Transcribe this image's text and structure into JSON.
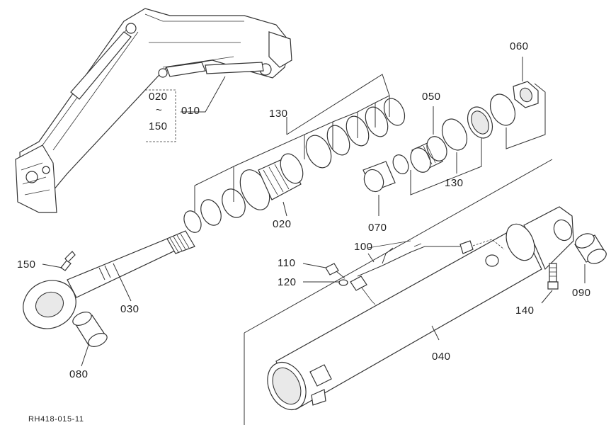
{
  "labels": {
    "p010": "010",
    "p020_range_top": "020",
    "p020_range_tilde": "~",
    "p020_range_bottom": "150",
    "p020": "020",
    "p030": "030",
    "p040": "040",
    "p050": "050",
    "p060": "060",
    "p070": "070",
    "p080": "080",
    "p090": "090",
    "p100": "100",
    "p110": "110",
    "p120": "120",
    "p130_top": "130",
    "p130_right": "130",
    "p140": "140",
    "p150": "150"
  },
  "drawing_code": "RH418-015-11"
}
